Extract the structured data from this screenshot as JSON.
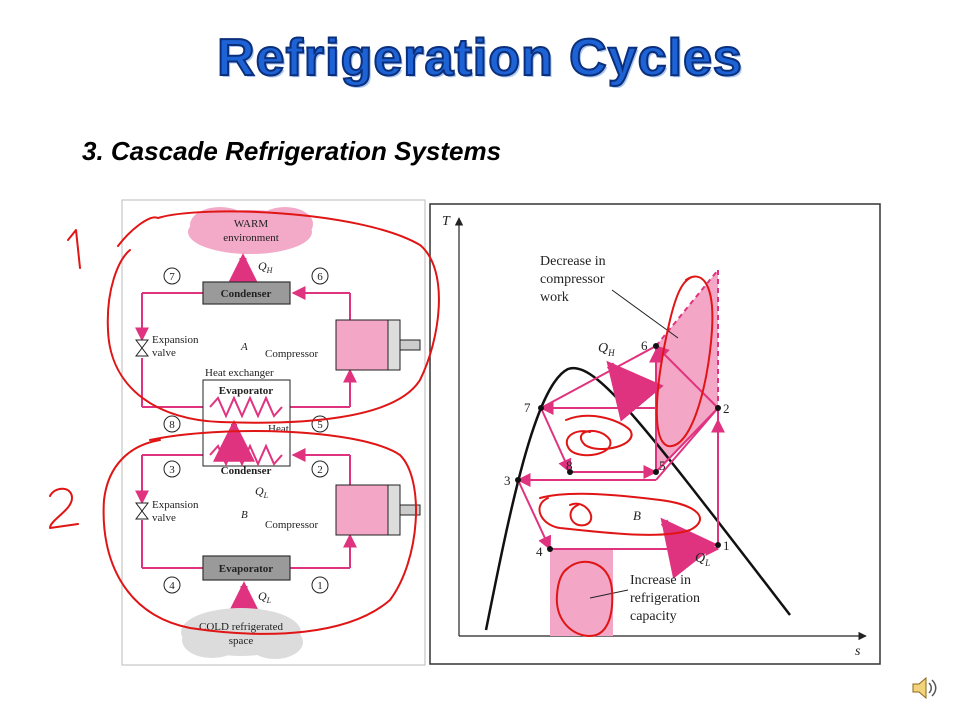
{
  "slide": {
    "title": "Refrigeration Cycles",
    "subtitle": "3. Cascade Refrigeration Systems"
  },
  "left_diagram": {
    "warm": [
      "WARM",
      "environment"
    ],
    "cold": [
      "COLD refrigerated",
      "space"
    ],
    "qh": "Q",
    "qh_sub": "H",
    "ql_mid": "Q",
    "ql_mid_sub": "L",
    "ql_bottom": "Q",
    "ql_bottom_sub": "L",
    "condenser_top": "Condenser",
    "condenser_mid": "Condenser",
    "evaporator_mid": "Evaporator",
    "evaporator_bottom": "Evaporator",
    "heat_exchanger": "Heat exchanger",
    "heat": "Heat",
    "compressor_a": "Compressor",
    "compressor_b": "Compressor",
    "expansion_a": [
      "Expansion",
      "valve"
    ],
    "expansion_b": [
      "Expansion",
      "valve"
    ],
    "cycle_a": "A",
    "cycle_b": "B",
    "states": [
      "7",
      "6",
      "8",
      "5",
      "3",
      "2",
      "4",
      "1"
    ]
  },
  "ts_diagram": {
    "axis_t": "T",
    "axis_s": "s",
    "qh": "Q",
    "qh_sub": "H",
    "ql": "Q",
    "ql_sub": "L",
    "cycle_b": "B",
    "note_top": [
      "Decrease in",
      "compressor",
      "work"
    ],
    "note_bottom": [
      "Increase in",
      "refrigeration",
      "capacity"
    ],
    "states": [
      "1",
      "2",
      "3",
      "4",
      "5",
      "6",
      "7",
      "8"
    ]
  },
  "handwriting": {
    "label_1": "1",
    "label_2": "2"
  },
  "icons": {
    "speaker": "speaker-icon"
  }
}
